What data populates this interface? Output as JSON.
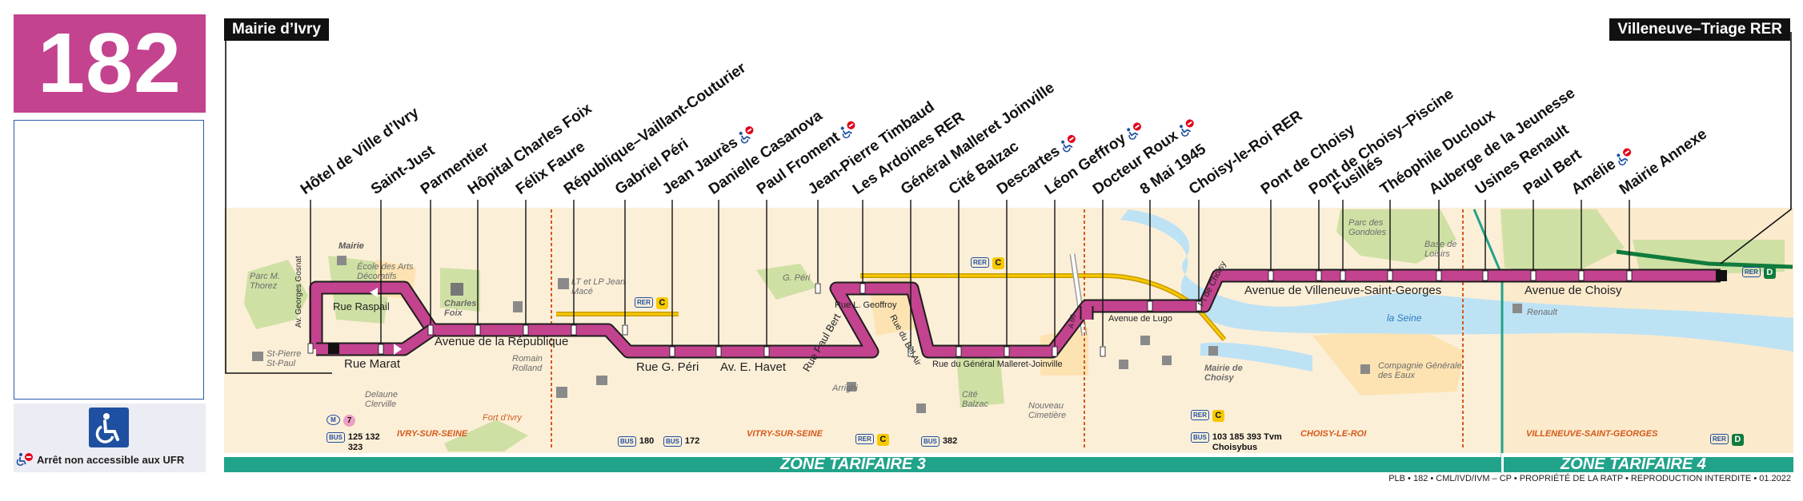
{
  "route": {
    "number": "182",
    "color": "#c3438f"
  },
  "termini": {
    "start": "Mairie d’Ivry",
    "end": "Villeneuve–Triage RER"
  },
  "accessibility": {
    "note": "Arrêt non accessible aux UFR",
    "icon": "wheelchair-icon"
  },
  "stops": [
    {
      "name": "Hôtel de Ville d’Ivry",
      "ufr": false
    },
    {
      "name": "Saint-Just",
      "ufr": false
    },
    {
      "name": "Parmentier",
      "ufr": false
    },
    {
      "name": "Hôpital Charles Foix",
      "ufr": false
    },
    {
      "name": "Félix Faure",
      "ufr": false
    },
    {
      "name": "République–Vaillant-Couturier",
      "ufr": false
    },
    {
      "name": "Gabriel Péri",
      "ufr": false
    },
    {
      "name": "Jean Jaurès",
      "ufr": true
    },
    {
      "name": "Danielle Casanova",
      "ufr": false
    },
    {
      "name": "Paul Froment",
      "ufr": true
    },
    {
      "name": "Jean-Pierre Timbaud",
      "ufr": false
    },
    {
      "name": "Les Ardoines RER",
      "ufr": false
    },
    {
      "name": "Général Malleret Joinville",
      "ufr": false
    },
    {
      "name": "Cité Balzac",
      "ufr": false
    },
    {
      "name": "Descartes",
      "ufr": true
    },
    {
      "name": "Léon Geffroy",
      "ufr": true
    },
    {
      "name": "Docteur Roux",
      "ufr": true
    },
    {
      "name": "8 Mai 1945",
      "ufr": false
    },
    {
      "name": "Choisy-le-Roi RER",
      "ufr": false
    },
    {
      "name": "Pont de Choisy",
      "ufr": false
    },
    {
      "name": "Pont de Choisy–Piscine",
      "ufr": false
    },
    {
      "name": "Fusillés",
      "ufr": false
    },
    {
      "name": "Théophile Ducloux",
      "ufr": false
    },
    {
      "name": "Auberge de la Jeunesse",
      "ufr": false
    },
    {
      "name": "Usines Renault",
      "ufr": false
    },
    {
      "name": "Paul Bert",
      "ufr": false
    },
    {
      "name": "Amélie",
      "ufr": true
    },
    {
      "name": "Mairie Annexe",
      "ufr": false
    }
  ],
  "streets": {
    "rue_raspail": "Rue Raspail",
    "rue_marat": "Rue Marat",
    "av_georges_gosnat": "Av. Georges Gosnat",
    "av_republique": "Avenue de la République",
    "rue_g_peri": "Rue G. Péri",
    "av_e_havet": "Av. E. Havet",
    "rue_paul_bert": "Rue Paul Bert",
    "rue_l_geoffroy": "Rue L. Geoffroy",
    "rue_du_bel_air": "Rue du Bel Air",
    "rue_gen_malleret": "Rue du Général Malleret-Joinville",
    "a86": "A 86",
    "avenue_de_lugo": "Avenue de Lugo",
    "pt_de_choisy": "Pt de Choisy",
    "av_villeneuve_1": "Avenue de Villeneuve-Saint-Georges",
    "av_villeneuve_2": "Avenue de Choisy"
  },
  "places": {
    "mairie": "Mairie",
    "parc_thorez": "Parc M. Thorez",
    "ecole_arts": "École des Arts Décoratifs",
    "charles_foix": "Charles Foix",
    "st_pierre": "St-Pierre St-Paul",
    "lt_lp_jean_mace": "LT et LP Jean Macé",
    "delaune": "Delaune Clerville",
    "romain_rolland": "Romain Rolland",
    "fort_ivry": "Fort d’Ivry",
    "g_peri": "G. Péri",
    "arrighi": "Arrighi",
    "cite_balzac": "Cité Balzac",
    "nouveau_cimetiere": "Nouveau Cimetière",
    "mairie_choisy": "Mairie de Choisy",
    "parc_gondoles": "Parc des Gondoles",
    "base_loisirs": "Base de Loisirs",
    "la_seine": "la Seine",
    "renault": "Renault",
    "compagnie_eaux": "Compagnie Générale des Eaux"
  },
  "communes": [
    "IVRY-SUR-SEINE",
    "VITRY-SUR-SEINE",
    "CHOISY-LE-ROI",
    "VILLENEUVE-SAINT-GEORGES"
  ],
  "connections": {
    "metro_line": "7",
    "bus_ivry": "125 132 323",
    "bus_gperi": "180",
    "bus_jaures": "172",
    "rer_ardoines": "C",
    "bus_malleret": "382",
    "rer_choisy": "C",
    "bus_choisy": "103 185 393 Tvm Choisybus",
    "rer_villeneuve": "D",
    "rer_mid": "C",
    "rer_republique": "C",
    "mode_bus": "BUS",
    "mode_rer": "RER",
    "mode_metro": "M"
  },
  "zones": {
    "zone3": "ZONE TARIFAIRE 3",
    "zone4": "ZONE TARIFAIRE 4"
  },
  "copyright": "PLB • 182 • CML/IVD/IVM – CP • PROPRIÉTÉ DE LA RATP • REPRODUCTION INTERDITE • 01.2022",
  "colors": {
    "route": "#c3438f",
    "zone": "#21a38a",
    "map_bg": "#fcefd8",
    "river": "#bde2f4",
    "park": "#cfe0a4",
    "rer_c": "#f7c900",
    "rer_d": "#0f7b3c"
  }
}
